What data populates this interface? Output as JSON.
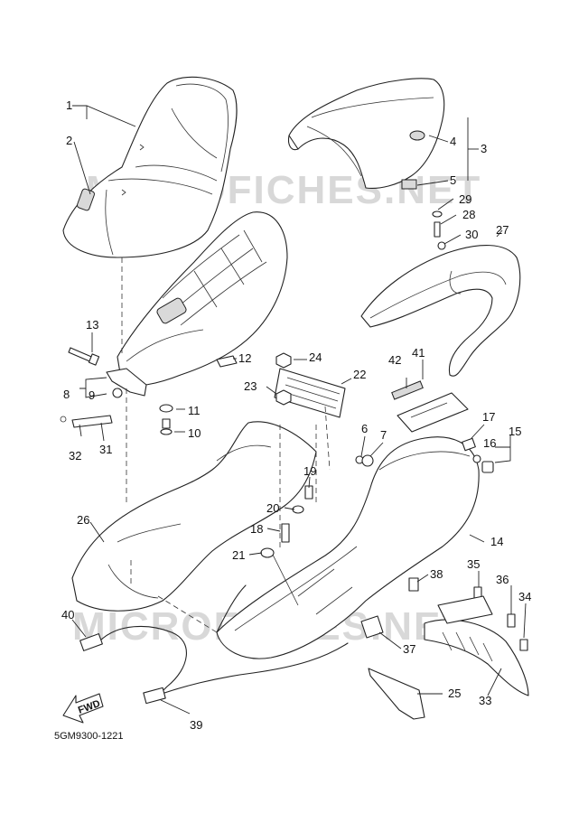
{
  "diagram_code": "5GM9300-1221",
  "watermark": "MICROFICHES.NET",
  "fwd_label": "FWD",
  "callouts": [
    "1",
    "2",
    "3",
    "4",
    "5",
    "6",
    "7",
    "8",
    "9",
    "10",
    "11",
    "12",
    "13",
    "14",
    "15",
    "16",
    "17",
    "18",
    "19",
    "20",
    "21",
    "22",
    "23",
    "24",
    "25",
    "26",
    "27",
    "28",
    "29",
    "30",
    "31",
    "32",
    "33",
    "34",
    "35",
    "36",
    "37",
    "38",
    "39",
    "40",
    "41",
    "42"
  ]
}
